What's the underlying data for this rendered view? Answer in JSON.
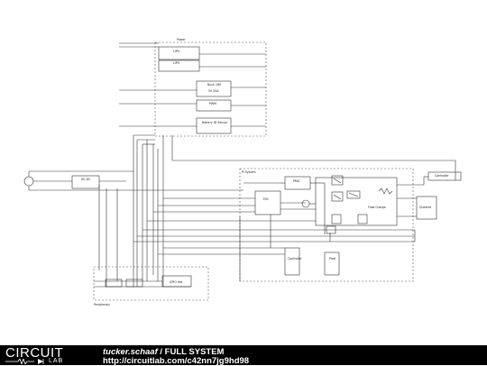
{
  "schematic": {
    "groups": {
      "power": "Power",
      "peripherals": "Peripherals",
      "pi_system": "Pi System"
    },
    "components": {
      "lipo": "LIPO",
      "lipo2": "LIPO",
      "buck": "Buck 18V",
      "buck_sub": "5V 20A",
      "pwm": "PWM",
      "battery_id": "Battery ID Sensor",
      "dc_dc": "DC-DC",
      "esc": "ESC",
      "pmic": "PMIC",
      "flow_charge": "Flow Charge",
      "quadrature": "Quadrat",
      "controller": "Controller",
      "pixel": "Pixel",
      "gps_hat": "GPIO Hat"
    }
  },
  "footer": {
    "brand_top": "CIRCUIT",
    "brand_bottom": "LAB",
    "author": "tucker.schaaf",
    "separator": " / ",
    "title": "FULL SYSTEM",
    "url": "http://circuitlab.com/c42nn7jg9hd98"
  }
}
